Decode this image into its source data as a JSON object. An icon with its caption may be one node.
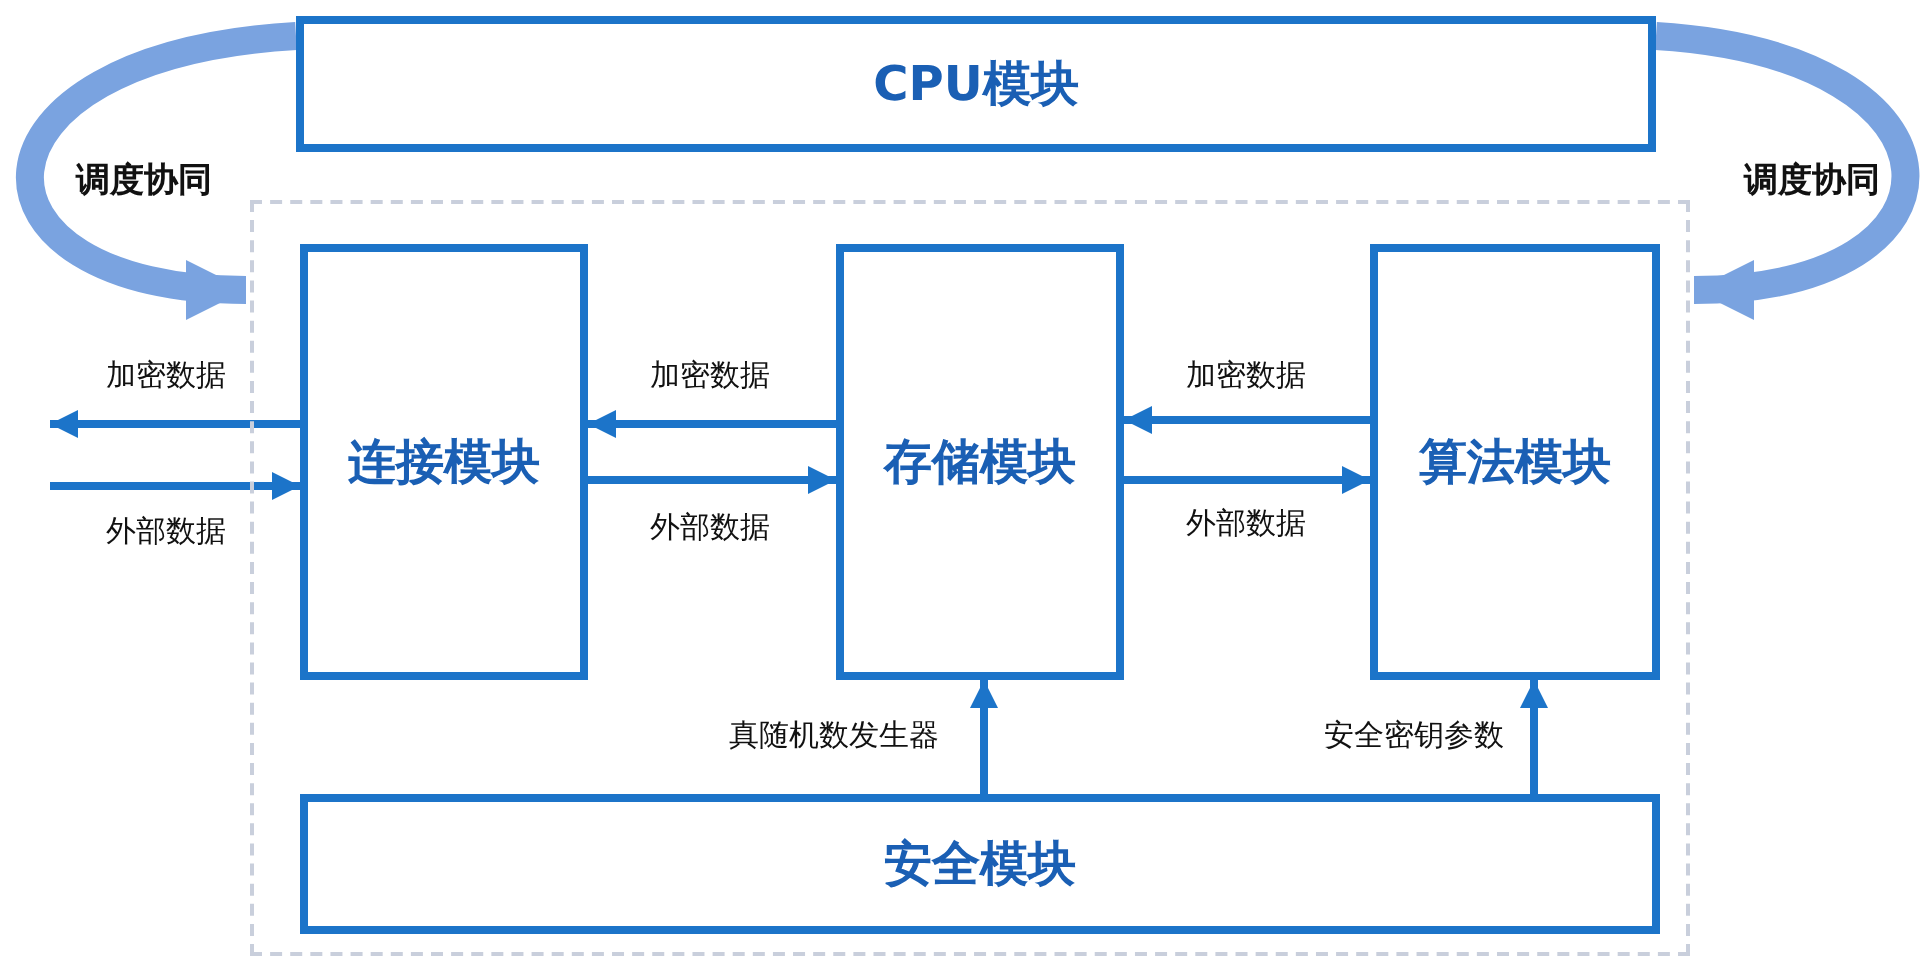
{
  "diagram": {
    "nodes": [
      {
        "text": [
          "CPU模块"
        ]
      },
      {
        "text": [],
        "shape": "box"
      },
      {
        "text": [
          "连接模块"
        ],
        "in": 1
      },
      {
        "text": [
          "存储模块"
        ],
        "in": 1
      },
      {
        "text": [
          "算法模块"
        ],
        "in": 1
      },
      {
        "text": [
          "安全模块"
        ],
        "in": 1
      }
    ],
    "edges": [
      {
        "from": 0,
        "to": 1,
        "arrow": "to",
        "label": "调度协同",
        "style": "thick",
        "color": "#7aa3e0"
      },
      {
        "from": 0,
        "to": 1,
        "arrow": "to",
        "label": "调度协同",
        "style": "thick",
        "color": "#7aa3e0"
      },
      {
        "from": 2,
        "to": null,
        "arrow": "to",
        "label": "加密数据"
      },
      {
        "from": null,
        "to": 2,
        "arrow": "to",
        "label": "外部数据"
      },
      {
        "from": 3,
        "to": 2,
        "arrow": "to",
        "label": "加密数据"
      },
      {
        "from": 2,
        "to": 3,
        "arrow": "to",
        "label": "外部数据"
      },
      {
        "from": 4,
        "to": 3,
        "arrow": "to",
        "label": "加密数据"
      },
      {
        "from": 3,
        "to": 4,
        "arrow": "to",
        "label": "外部数据"
      },
      {
        "from": 5,
        "to": 3,
        "arrow": "to",
        "label": "真随机数发生器"
      },
      {
        "from": 5,
        "to": 4,
        "arrow": "to",
        "label": "安全密钥参数"
      }
    ]
  }
}
